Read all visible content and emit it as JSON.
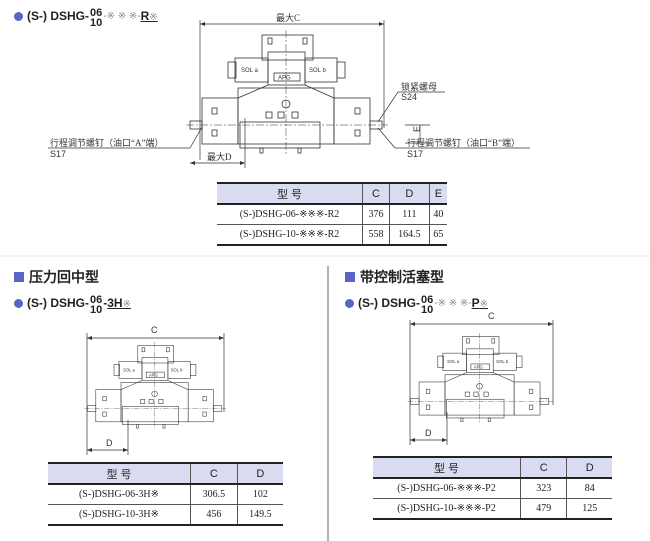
{
  "top": {
    "model": {
      "prefix": "(S-) DSHG-",
      "size_top": "06",
      "size_bottom": "10",
      "mid": "-※ ※ ※-",
      "suffix": "R",
      "suffix_mark": "※"
    },
    "labels": {
      "max_c": "最大C",
      "max_d": "最大D",
      "e": "E",
      "lock_nut": "锁紧螺母",
      "lock_nut_size": "S24",
      "screw_a": "行程调节螺钉（油口“A”端）",
      "screw_a_size": "S17",
      "screw_b": "行程调节螺钉（油口“B”端）",
      "screw_b_size": "S17"
    },
    "table": {
      "headers": [
        "型 号",
        "C",
        "D",
        "E"
      ],
      "rows": [
        [
          "(S-)DSHG-06-※※※-R2",
          "376",
          "111",
          "40"
        ],
        [
          "(S-)DSHG-10-※※※-R2",
          "558",
          "164.5",
          "65"
        ]
      ]
    }
  },
  "left": {
    "section": "压力回中型",
    "model": {
      "prefix": "(S-) DSHG-",
      "size_top": "06",
      "size_bottom": "10",
      "mid": "-",
      "suffix": "3H",
      "suffix_mark": "※"
    },
    "labels": {
      "c": "C",
      "d": "D"
    },
    "table": {
      "headers": [
        "型 号",
        "C",
        "D"
      ],
      "rows": [
        [
          "(S-)DSHG-06-3H※",
          "306.5",
          "102"
        ],
        [
          "(S-)DSHG-10-3H※",
          "456",
          "149.5"
        ]
      ]
    }
  },
  "right": {
    "section": "带控制活塞型",
    "model": {
      "prefix": "(S-) DSHG-",
      "size_top": "06",
      "size_bottom": "10",
      "mid": "-※ ※ ※-",
      "suffix": "P",
      "suffix_mark": "※"
    },
    "labels": {
      "c": "C",
      "d": "D"
    },
    "table": {
      "headers": [
        "型 号",
        "C",
        "D"
      ],
      "rows": [
        [
          "(S-)DSHG-06-※※※-P2",
          "323",
          "84"
        ],
        [
          "(S-)DSHG-10-※※※-P2",
          "479",
          "125"
        ]
      ]
    }
  },
  "valve": {
    "sol_a": "SOL a",
    "sol_b": "SOL b",
    "brand": "APG"
  },
  "colors": {
    "accent": "#5a63c8",
    "header_bg": "#d9dcf0"
  }
}
